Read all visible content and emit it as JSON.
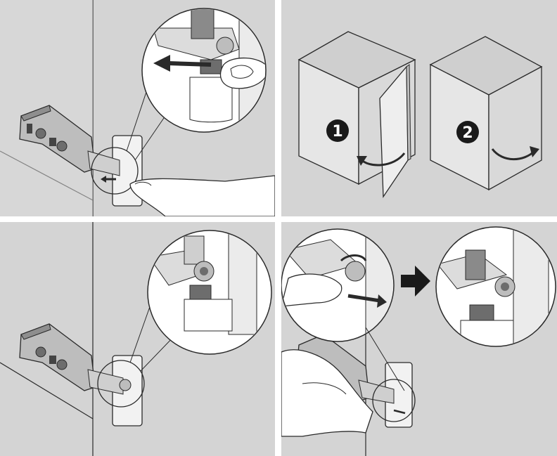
{
  "panels": [
    {
      "id": "panel-1",
      "description_label": "",
      "steps": []
    },
    {
      "id": "panel-2",
      "steps": [
        {
          "label": "1"
        },
        {
          "label": "2"
        }
      ]
    },
    {
      "id": "panel-3",
      "steps": []
    },
    {
      "id": "panel-4",
      "steps": []
    }
  ],
  "colors": {
    "panel_bg": "#d4d4d4",
    "surface": "#e4e4e4",
    "line": "#2a2a2a",
    "metal": "#c8c8c8",
    "dark": "#555555",
    "badge": "#1a1a1a",
    "callout": "#ffffff"
  }
}
